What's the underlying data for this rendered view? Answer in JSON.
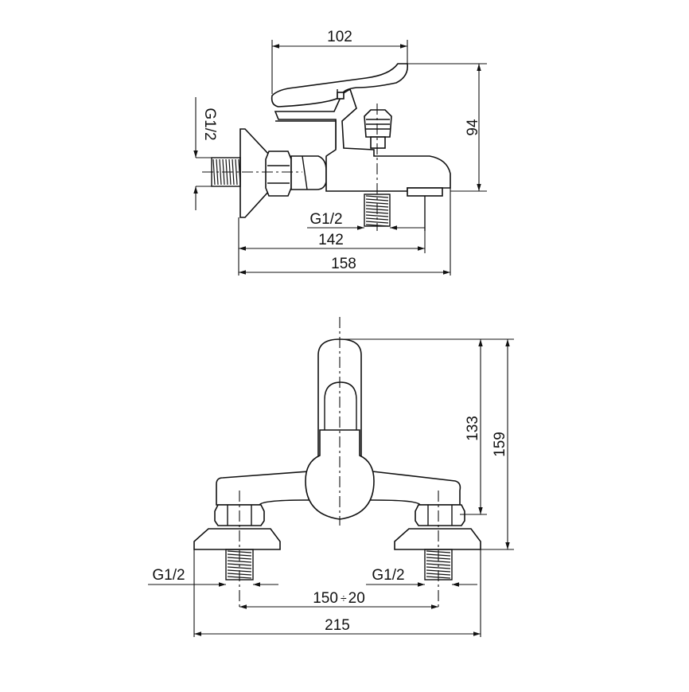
{
  "side_view": {
    "dim_top": "102",
    "dim_height": "94",
    "dim_inlet_thread": "G1/2",
    "dim_outlet_thread": "G1/2",
    "dim_outlet_offset": "142",
    "dim_overall_length": "158"
  },
  "front_view": {
    "dim_body_height": "133",
    "dim_overall_height": "159",
    "dim_left_thread": "G1/2",
    "dim_right_thread": "G1/2",
    "dim_centres": "150",
    "dim_centres_tolerance": "20",
    "dim_overall_width": "215"
  }
}
